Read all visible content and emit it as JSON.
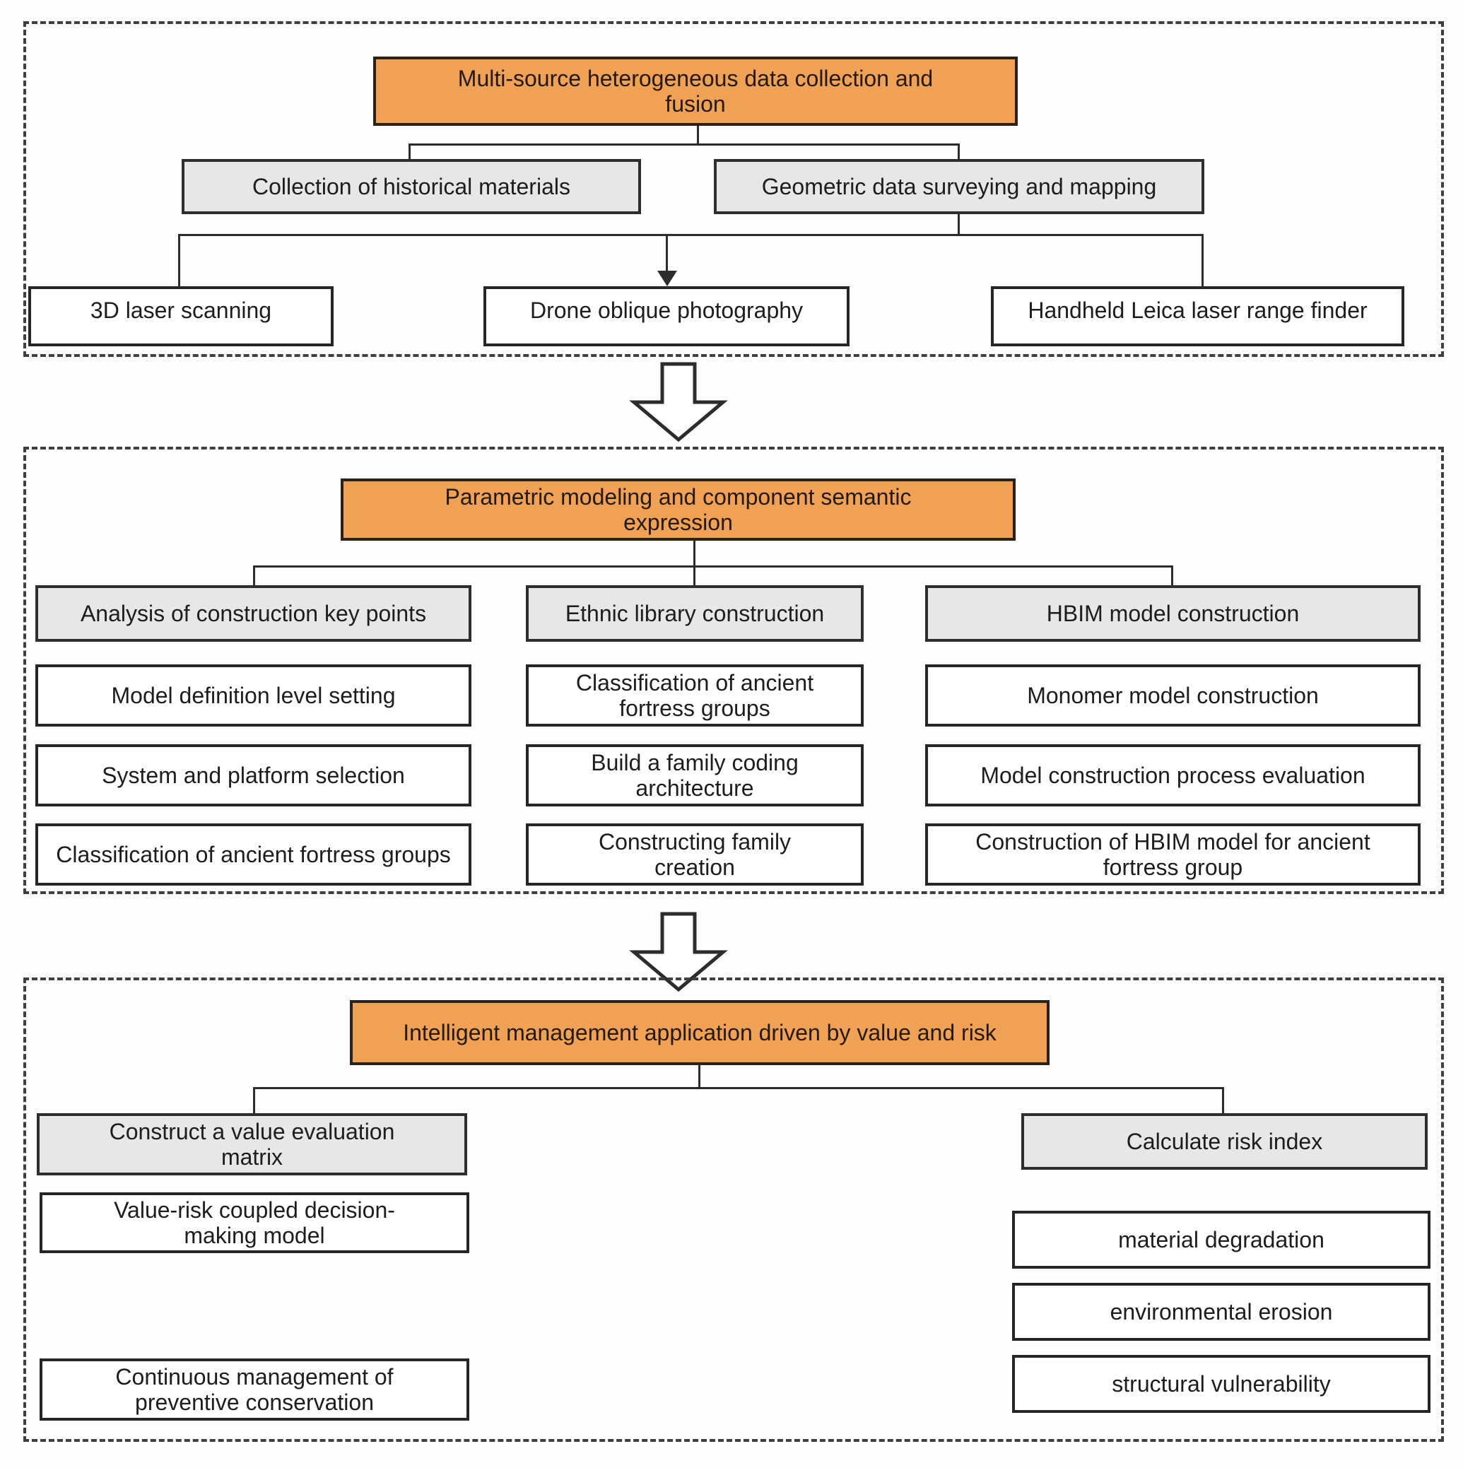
{
  "colors": {
    "accent_orange": "#f0a153",
    "header_gray": "#e7e7e7",
    "line_dark": "#2c2c2c"
  },
  "s1": {
    "title": "Multi-source heterogeneous data collection and fusion",
    "mid": [
      "Collection of historical materials",
      "Geometric data surveying and mapping"
    ],
    "leaf": [
      "3D laser scanning",
      "Drone oblique photography",
      "Handheld Leica laser range finder"
    ]
  },
  "s2": {
    "title": "Parametric modeling and component semantic expression",
    "col": [
      {
        "h": "Analysis of construction key points",
        "i": [
          "Model definition level setting",
          "System and platform selection",
          "Classification of ancient fortress groups"
        ]
      },
      {
        "h": "Ethnic library construction",
        "i": [
          "Classification of ancient fortress groups",
          "Build a family coding architecture",
          "Constructing family creation"
        ]
      },
      {
        "h": "HBIM model construction",
        "i": [
          "Monomer model construction",
          "Model construction process evaluation",
          "Construction of HBIM model for ancient fortress group"
        ]
      }
    ]
  },
  "s3": {
    "title": "Intelligent management application driven by value and risk",
    "leftH": "Construct a value evaluation matrix",
    "leftI": [
      "Value-risk coupled decision-making model",
      "Continuous management of preventive conservation"
    ],
    "rightH": "Calculate risk index",
    "rightI": [
      "material degradation",
      "environmental erosion",
      "structural vulnerability"
    ]
  }
}
